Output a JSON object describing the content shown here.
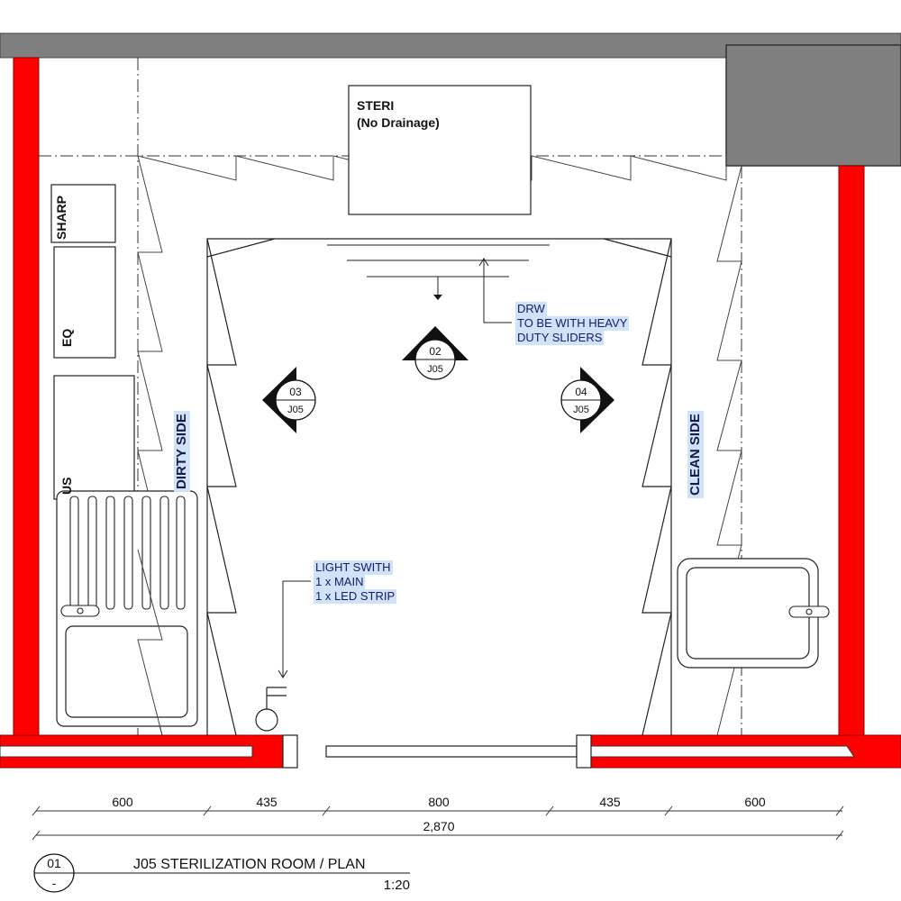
{
  "fixtures": {
    "steri": {
      "line1": "STERI",
      "line2": "(No Drainage)"
    },
    "sharp": "SHARP",
    "eq": "EQ",
    "us": "US"
  },
  "zones": {
    "dirty": "DIRTY SIDE",
    "clean": "CLEAN SIDE"
  },
  "annotations": {
    "drw": [
      "DRW",
      "TO BE WITH HEAVY",
      "DUTY SLIDERS"
    ],
    "light": [
      "LIGHT SWITH",
      "1 x MAIN",
      "1 x LED STRIP"
    ]
  },
  "elevation_markers": [
    {
      "number": "02",
      "sheet": "J05"
    },
    {
      "number": "03",
      "sheet": "J05"
    },
    {
      "number": "04",
      "sheet": "J05"
    }
  ],
  "dimensions": {
    "segments": [
      "600",
      "435",
      "800",
      "435",
      "600"
    ],
    "total": "2,870"
  },
  "title_block": {
    "number": "01",
    "sheet": "-",
    "title": "J05 STERILIZATION ROOM / PLAN",
    "scale": "1:20"
  },
  "colors": {
    "wall": "#ff0000",
    "wall_outline": "#8a0000",
    "existing": "#7f7f7f",
    "highlight": "#cfe2f7",
    "line": "#222222"
  }
}
